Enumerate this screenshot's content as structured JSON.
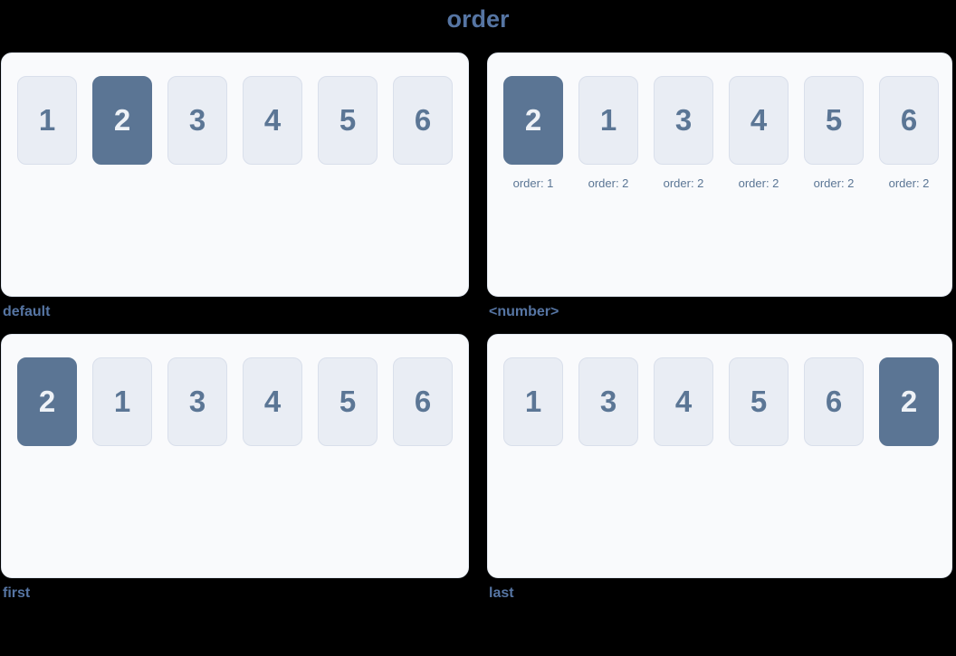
{
  "title": "order",
  "panels": [
    {
      "caption": "default",
      "items": [
        {
          "value": "1",
          "highlight": false
        },
        {
          "value": "2",
          "highlight": true
        },
        {
          "value": "3",
          "highlight": false
        },
        {
          "value": "4",
          "highlight": false
        },
        {
          "value": "5",
          "highlight": false
        },
        {
          "value": "6",
          "highlight": false
        }
      ]
    },
    {
      "caption": "<number>",
      "items": [
        {
          "value": "2",
          "highlight": true,
          "label": "order: 1"
        },
        {
          "value": "1",
          "highlight": false,
          "label": "order: 2"
        },
        {
          "value": "3",
          "highlight": false,
          "label": "order: 2"
        },
        {
          "value": "4",
          "highlight": false,
          "label": "order: 2"
        },
        {
          "value": "5",
          "highlight": false,
          "label": "order: 2"
        },
        {
          "value": "6",
          "highlight": false,
          "label": "order: 2"
        }
      ]
    },
    {
      "caption": "first",
      "items": [
        {
          "value": "2",
          "highlight": true
        },
        {
          "value": "1",
          "highlight": false
        },
        {
          "value": "3",
          "highlight": false
        },
        {
          "value": "4",
          "highlight": false
        },
        {
          "value": "5",
          "highlight": false
        },
        {
          "value": "6",
          "highlight": false
        }
      ]
    },
    {
      "caption": "last",
      "items": [
        {
          "value": "1",
          "highlight": false
        },
        {
          "value": "3",
          "highlight": false
        },
        {
          "value": "4",
          "highlight": false
        },
        {
          "value": "5",
          "highlight": false
        },
        {
          "value": "6",
          "highlight": false
        },
        {
          "value": "2",
          "highlight": true
        }
      ]
    }
  ],
  "colors": {
    "background": "#000000",
    "panel_bg": "#f9fafc",
    "panel_border": "#e2e8f0",
    "box_bg": "#e9edf4",
    "box_border": "#d9dfeb",
    "box_text": "#5b7695",
    "highlight_bg": "#5b7594",
    "highlight_text": "#eef2f7",
    "heading_text": "#5675a3"
  }
}
